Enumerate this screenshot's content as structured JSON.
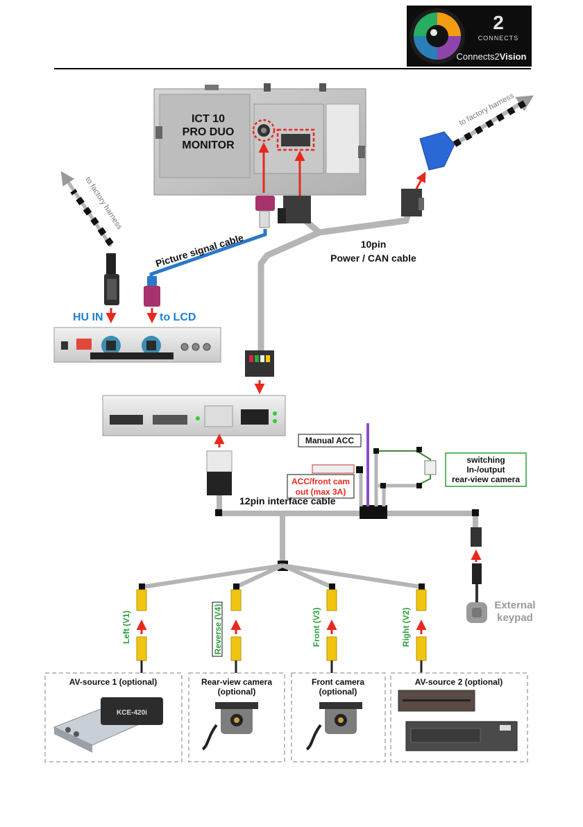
{
  "brand": {
    "name_part1": "Connects",
    "name_part2": "2",
    "name_part3": "Vision",
    "logo_word_top": "CONNECTS",
    "logo_numeral": "2"
  },
  "monitor": {
    "title_line1": "ICT 10",
    "title_line2": "PRO DUO",
    "title_line3": "MONITOR"
  },
  "labels": {
    "factory_harness_right": "to factory harness",
    "factory_harness_left": "to factory harness",
    "picture_signal_cable": "Picture signal cable",
    "power_can_line1": "10pin",
    "power_can_line2": "Power / CAN cable",
    "hu_in": "HU IN",
    "to_lcd": "to LCD",
    "manual_acc": "Manual ACC",
    "acc_front_line1": "ACC/front cam",
    "acc_front_line2": "out (max 3A)",
    "switching_line1": "switching",
    "switching_line2": "In-/output",
    "switching_line3": "rear-view camera",
    "interface_cable": "12pin interface cable",
    "external_keypad_line1": "External",
    "external_keypad_line2": "keypad"
  },
  "video_inputs": [
    {
      "label": "Left (V1)"
    },
    {
      "label": "Reverse (V4)"
    },
    {
      "label": "Front (V3)"
    },
    {
      "label": "Right (V2)"
    }
  ],
  "sources": [
    {
      "title": "AV-source 1 (optional)",
      "subtitle": "",
      "device_text": "KCE-420i"
    },
    {
      "title": "Rear-view camera",
      "subtitle": "(optional)"
    },
    {
      "title": "Front camera",
      "subtitle": "(optional)"
    },
    {
      "title": "AV-source 2 (optional)",
      "subtitle": ""
    }
  ],
  "colors": {
    "cable_gray": "#b5b5b5",
    "signal_red": "#e8281e",
    "signal_blue": "#2b78c8",
    "label_green": "#2a9d3c",
    "label_blue": "#1f7fd6",
    "fakra_blue": "#3a8fb0",
    "fakra_purple": "#a8326e"
  }
}
